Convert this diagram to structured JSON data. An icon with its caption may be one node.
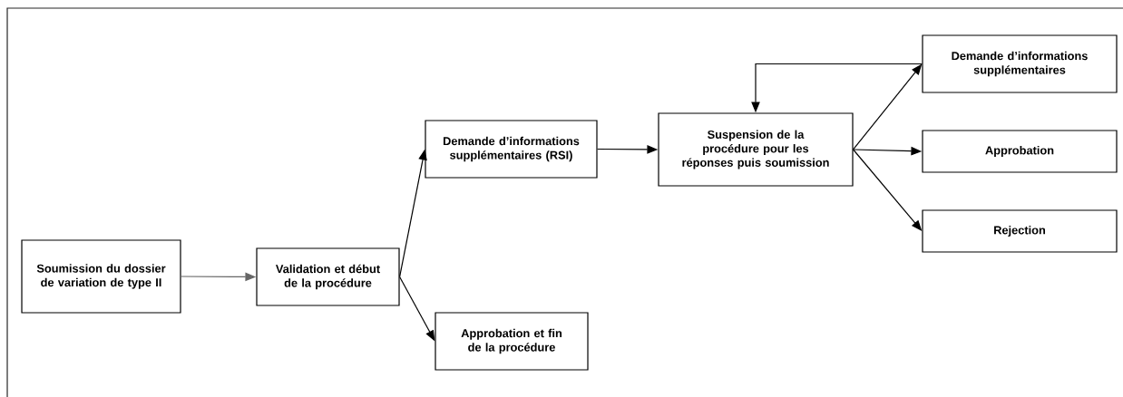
{
  "diagram": {
    "nodes": [
      {
        "text": [
          "Soumission du dossier de variation de type II"
        ]
      },
      {
        "text": [
          "Validation et début de la procédure"
        ]
      },
      {
        "text": [
          "Demande d’informations supplémentaires (RSI)"
        ]
      },
      {
        "text": [
          "Approbation et fin de la procédure"
        ]
      },
      {
        "text": [
          "Suspension de la procédure pour les réponses puis soumission"
        ]
      },
      {
        "text": [
          "Demande d’informations supplémentaires"
        ]
      },
      {
        "text": [
          "Approbation"
        ]
      },
      {
        "text": [
          "Rejection"
        ]
      }
    ],
    "edges": [
      {
        "from": 0,
        "to": 1,
        "arrow": "to",
        "color": "#666666"
      },
      {
        "from": 1,
        "to": 2,
        "arrow": "to"
      },
      {
        "from": 1,
        "to": 3,
        "arrow": "to"
      },
      {
        "from": 2,
        "to": 4,
        "arrow": "to"
      },
      {
        "from": 4,
        "to": 5,
        "arrow": "to"
      },
      {
        "from": 5,
        "to": 4,
        "arrow": "to"
      },
      {
        "from": 4,
        "to": 6,
        "arrow": "to"
      },
      {
        "from": 4,
        "to": 7,
        "arrow": "to"
      }
    ]
  }
}
